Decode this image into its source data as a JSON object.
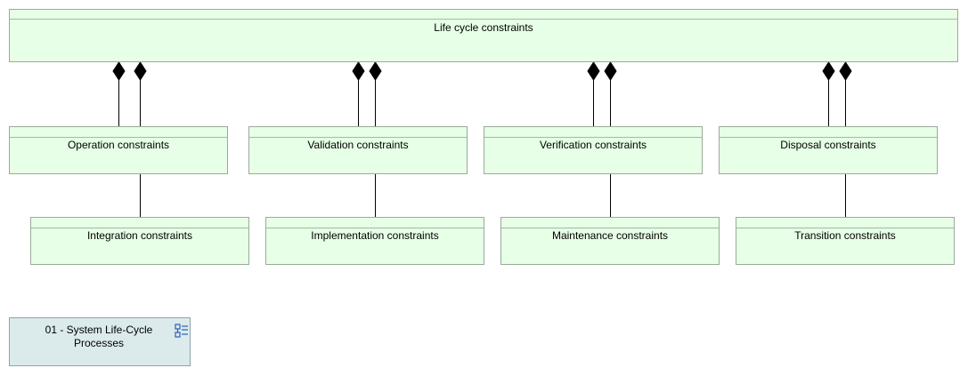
{
  "diagram": {
    "parent": {
      "label": "Life cycle constraints"
    },
    "children_top": [
      {
        "label": "Operation constraints"
      },
      {
        "label": "Validation constraints"
      },
      {
        "label": "Verification constraints"
      },
      {
        "label": "Disposal constraints"
      }
    ],
    "children_bottom": [
      {
        "label": "Integration constraints"
      },
      {
        "label": "Implementation constraints"
      },
      {
        "label": "Maintenance constraints"
      },
      {
        "label": "Transition constraints"
      }
    ],
    "relationship": "composition",
    "package": {
      "label_line1": "01 - System Life-Cycle",
      "label_line2": "Processes",
      "icon": "diagram-icon"
    },
    "colors": {
      "block_fill": "#e6ffe6",
      "block_border": "#9aab9a",
      "package_fill": "#dbeaeb",
      "line": "#000000"
    }
  }
}
